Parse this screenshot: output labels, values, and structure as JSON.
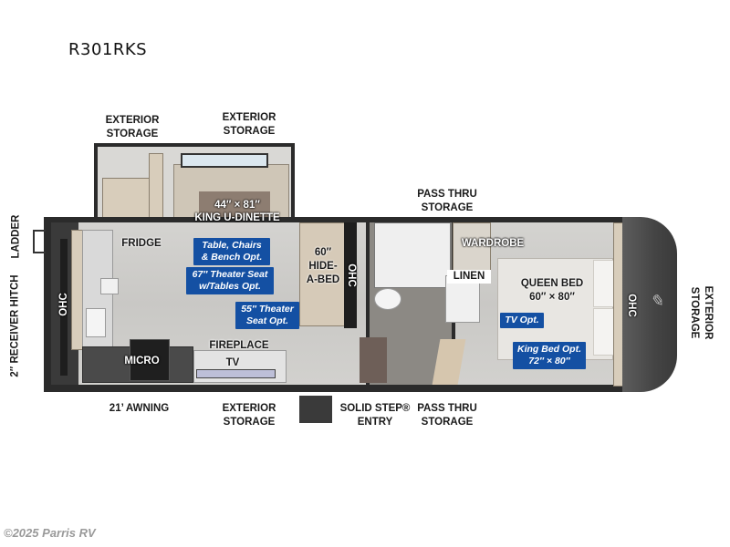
{
  "model": "R301RKS",
  "labels": {
    "exterior_storage_top_left": "EXTERIOR\nSTORAGE",
    "exterior_storage_top_mid": "EXTERIOR\nSTORAGE",
    "pass_thru_storage_top": "PASS THRU\nSTORAGE",
    "ladder": "LADDER",
    "receiver_hitch": "2″ RECEIVER HITCH",
    "exterior_storage_right": "EXTERIOR\nSTORAGE",
    "awning": "21’ AWNING",
    "exterior_storage_bottom": "EXTERIOR\nSTORAGE",
    "solid_step_entry": "SOLID STEP®\nENTRY",
    "pass_thru_storage_bottom": "PASS THRU\nSTORAGE"
  },
  "rooms": {
    "dinette_size": "44″ × 81″",
    "dinette_name": "KING U-DINETTE",
    "fridge": "FRIDGE",
    "ohc_left": "OHC",
    "micro": "MICRO",
    "fireplace": "FIREPLACE",
    "tv": "TV",
    "hide_a_bed": "60″\nHIDE-\nA-BED",
    "ohc_mid": "OHC",
    "wardrobe": "WARDROBE",
    "linen": "LINEN",
    "queen_bed": "QUEEN BED\n60″ × 80″",
    "ohc_right": "OHC"
  },
  "options": [
    {
      "id": "table-chairs",
      "text": "Table, Chairs\n& Bench Opt."
    },
    {
      "id": "theater-67",
      "text": "67″ Theater Seat\nw/Tables Opt."
    },
    {
      "id": "theater-55",
      "text": "55″ Theater\nSeat Opt."
    },
    {
      "id": "tv-opt",
      "text": "TV Opt."
    },
    {
      "id": "king-bed",
      "text": "King Bed Opt.\n72″ × 80″"
    }
  ],
  "colors": {
    "option_badge": "#1450a3",
    "cap": "#4a4a4a",
    "wall": "#2b2b2b"
  },
  "footer": "©2025 Parris RV"
}
